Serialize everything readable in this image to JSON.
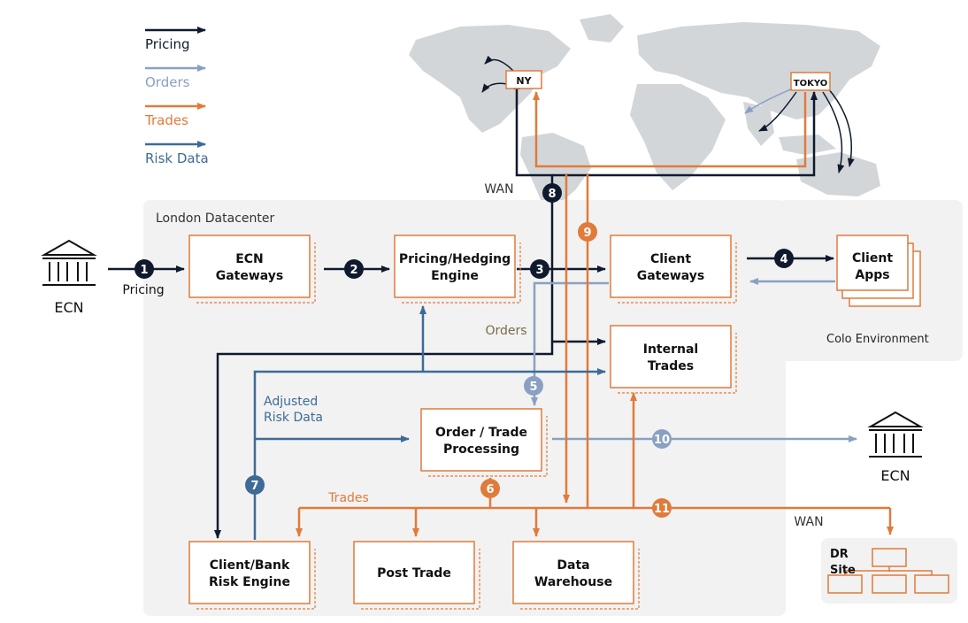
{
  "colors": {
    "pricing": "#0f1a2e",
    "orders": "#8aa0c2",
    "trades": "#e07b3a",
    "risk": "#3e6b96",
    "panel": "#f2f2f2",
    "map": "#d3d6d9",
    "box_border": "#e07b3a"
  },
  "legend": [
    {
      "key": "pricing",
      "label": "Pricing"
    },
    {
      "key": "orders",
      "label": "Orders"
    },
    {
      "key": "trades",
      "label": "Trades"
    },
    {
      "key": "risk",
      "label": "Risk Data"
    }
  ],
  "london_label": "London Datacenter",
  "colo_label": "Colo Environment",
  "boxes": {
    "ecn_gateways": "ECN\nGateways",
    "pricing_engine": "Pricing/Hedging\nEngine",
    "client_gateways": "Client\nGateways",
    "client_apps": "Client\nApps",
    "internal_trades": "Internal\nTrades",
    "order_trade": "Order / Trade\nProcessing",
    "risk_engine": "Client/Bank\nRisk Engine",
    "post_trade": "Post Trade",
    "data_warehouse": "Data\nWarehouse"
  },
  "ecn_left": "ECN",
  "ecn_right": "ECN",
  "edge_labels": {
    "pricing": "Pricing",
    "orders": "Orders",
    "adjusted": "Adjusted\nRisk Data",
    "trades": "Trades",
    "wan_top": "WAN",
    "wan_right": "WAN"
  },
  "cities": {
    "ny": "NY",
    "tokyo": "TOKYO"
  },
  "dr_site": "DR\nSite",
  "steps": [
    "1",
    "2",
    "3",
    "4",
    "5",
    "6",
    "7",
    "8",
    "9",
    "10",
    "11"
  ],
  "step_colors": {
    "1": "pricing",
    "2": "pricing",
    "3": "pricing",
    "4": "pricing",
    "8": "pricing",
    "5": "orders",
    "10": "orders",
    "6": "trades",
    "9": "trades",
    "11": "trades",
    "7": "risk"
  }
}
